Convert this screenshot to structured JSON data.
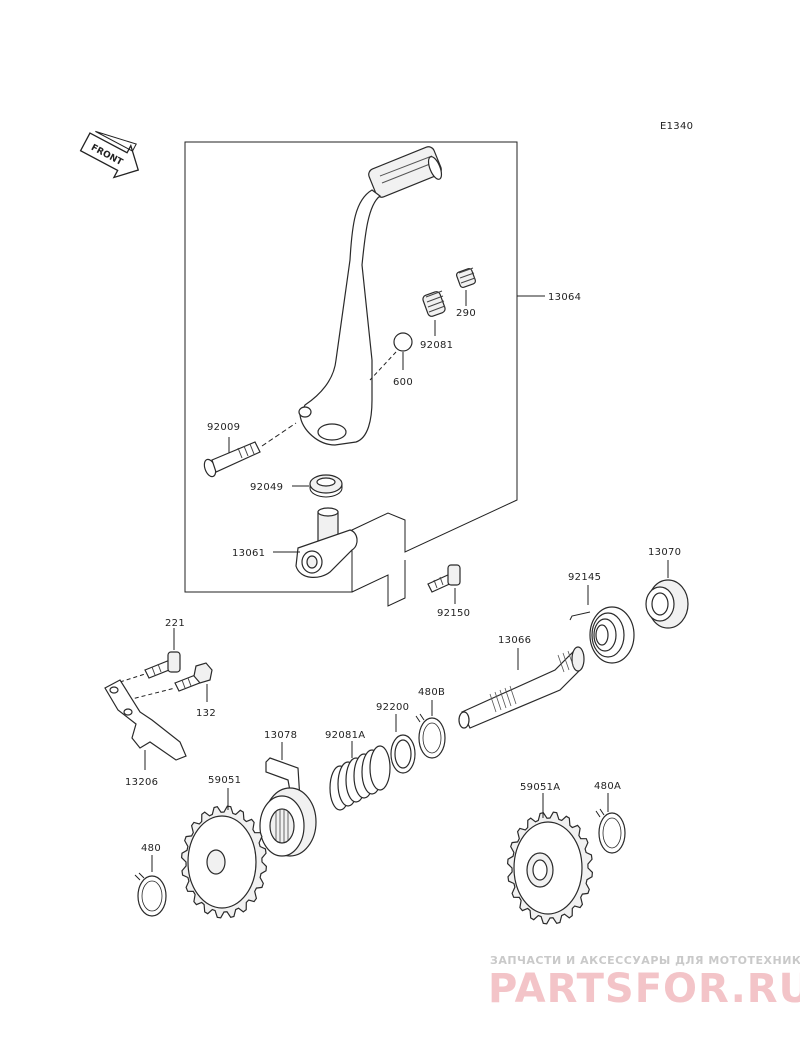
{
  "diagram": {
    "code": "E1340",
    "front_label": "FRONT",
    "callouts": {
      "p13064": "13064",
      "p290": "290",
      "p92081": "92081",
      "p600": "600",
      "p92009": "92009",
      "p92049": "92049",
      "p13061": "13061",
      "p92150": "92150",
      "p13070": "13070",
      "p92145": "92145",
      "p13066": "13066",
      "p221": "221",
      "p132": "132",
      "p13206": "13206",
      "p480B": "480B",
      "p92200": "92200",
      "p13078": "13078",
      "p92081A": "92081A",
      "p59051": "59051",
      "p59051A": "59051A",
      "p480A": "480A",
      "p480": "480"
    }
  },
  "watermark": {
    "tagline": "ЗАПЧАСТИ И АКСЕССУАРЫ ДЛЯ МОТОТЕХНИКИ",
    "logo": "PARTSFOR.RU"
  }
}
